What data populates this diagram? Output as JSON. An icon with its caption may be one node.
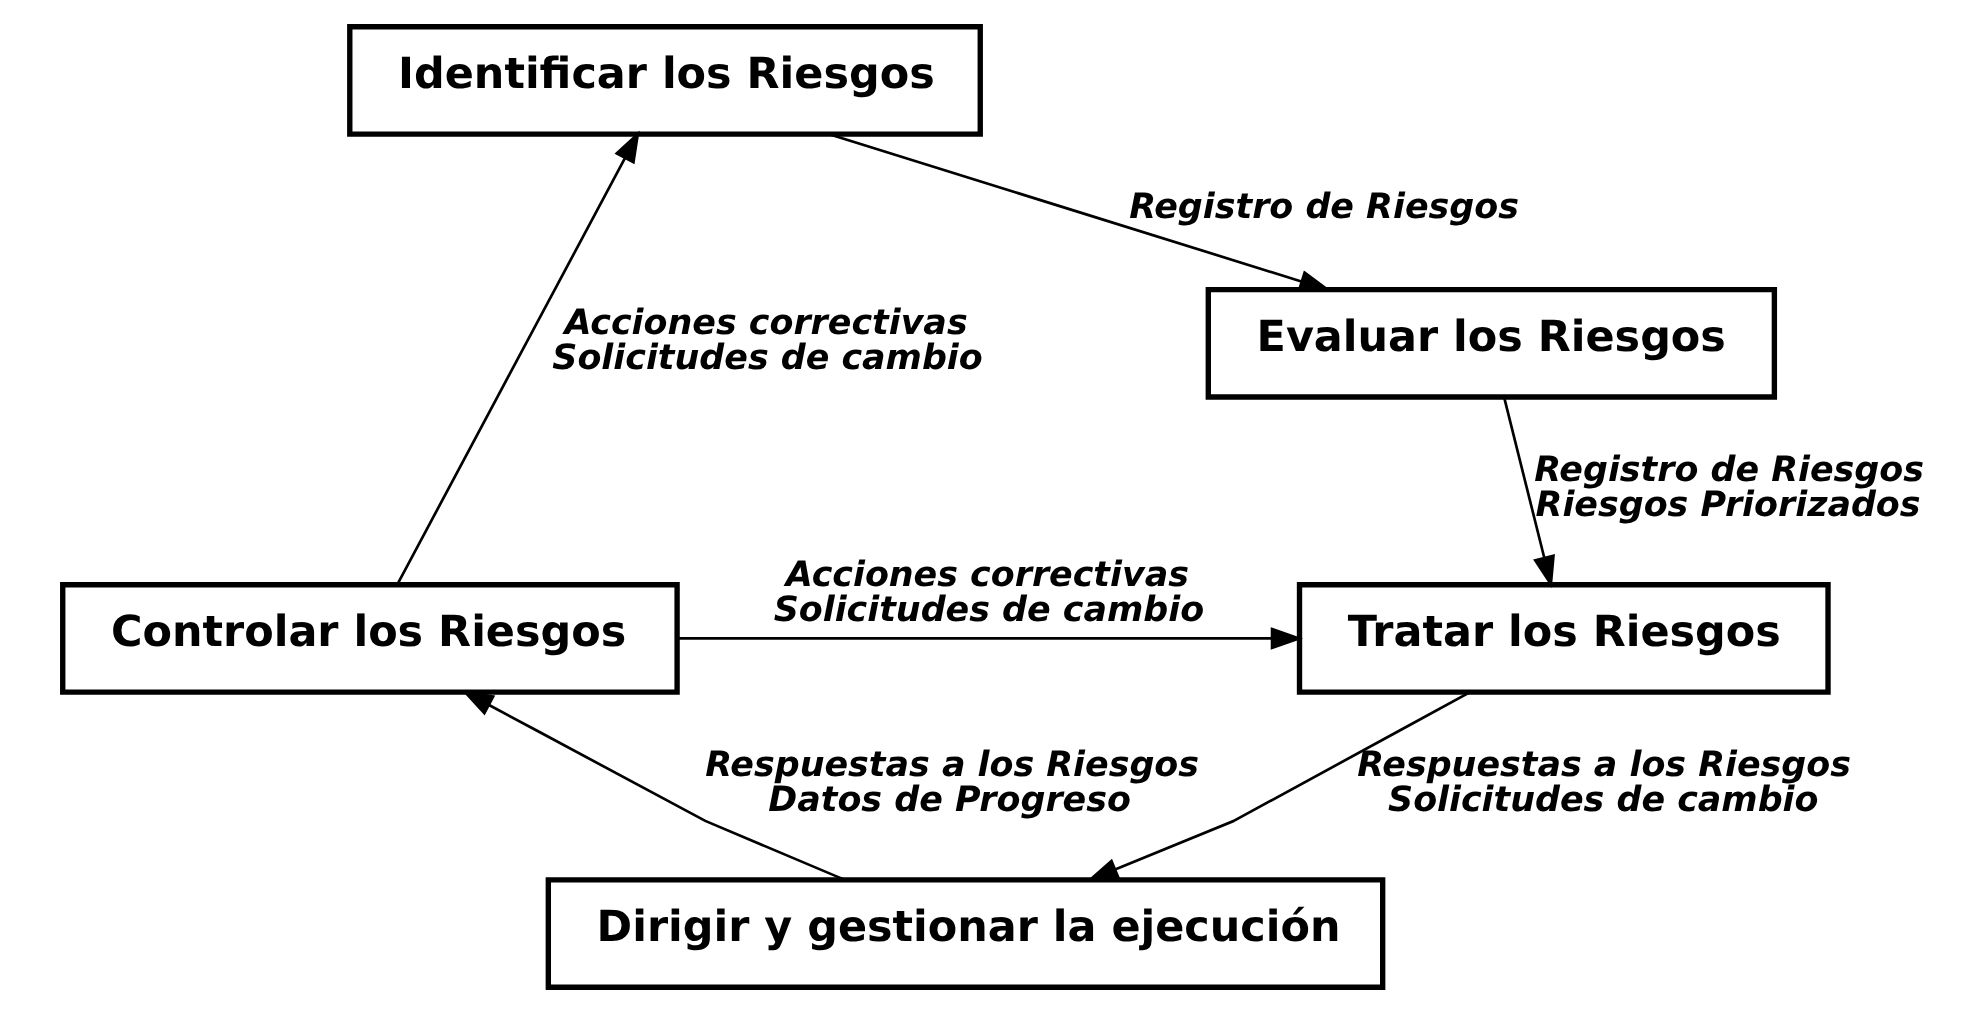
{
  "diagram": {
    "nodes": [
      {
        "text": [
          "Identificar los Riesgos"
        ]
      },
      {
        "text": [
          "Evaluar los Riesgos"
        ]
      },
      {
        "text": [
          "Controlar los Riesgos"
        ]
      },
      {
        "text": [
          "Tratar los Riesgos"
        ]
      },
      {
        "text": [
          "Dirigir y gestionar la ejecución"
        ]
      }
    ],
    "edges": [
      {
        "from": 0,
        "to": 1,
        "arrow": "to",
        "label": [
          "Registro de Riesgos"
        ]
      },
      {
        "from": 1,
        "to": 3,
        "arrow": "to",
        "label": [
          "Registro de Riesgos",
          "Riesgos Priorizados"
        ]
      },
      {
        "from": 2,
        "to": 0,
        "arrow": "to",
        "label": [
          "Acciones correctivas",
          "Solicitudes de cambio"
        ]
      },
      {
        "from": 2,
        "to": 3,
        "arrow": "to",
        "label": [
          "Acciones correctivas",
          "Solicitudes de cambio"
        ]
      },
      {
        "from": 3,
        "to": 4,
        "arrow": "to",
        "label": [
          "Respuestas a los Riesgos",
          "Solicitudes de cambio"
        ]
      },
      {
        "from": 4,
        "to": 2,
        "arrow": "to",
        "label": [
          "Respuestas a los Riesgos",
          "Datos de Progreso"
        ]
      }
    ]
  }
}
